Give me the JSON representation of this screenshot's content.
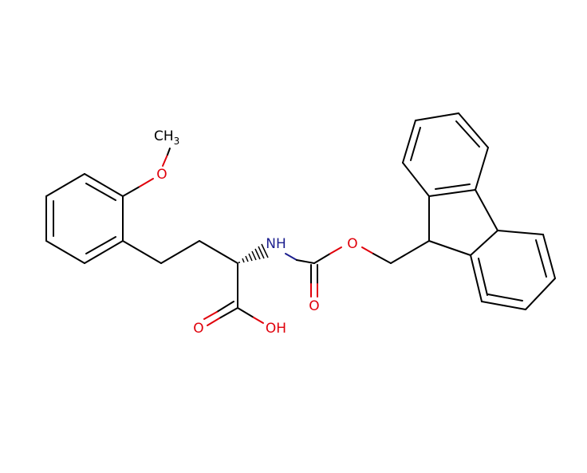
{
  "colors": {
    "carbon": "#000000",
    "oxygen": "#e0000a",
    "nitrogen": "#1c1f8e",
    "background": "#ffffff"
  },
  "atoms": {
    "methoxy_methyl": "CH3",
    "methoxy_methyl_main": "CH",
    "methoxy_methyl_sub": "3",
    "methoxy_oxygen": "O",
    "amide_nitrogen": "NH",
    "ester_oxygen": "O",
    "carbamate_carbonyl_oxygen": "O",
    "acid_carbonyl_oxygen": "O",
    "acid_hydroxyl": "OH"
  }
}
